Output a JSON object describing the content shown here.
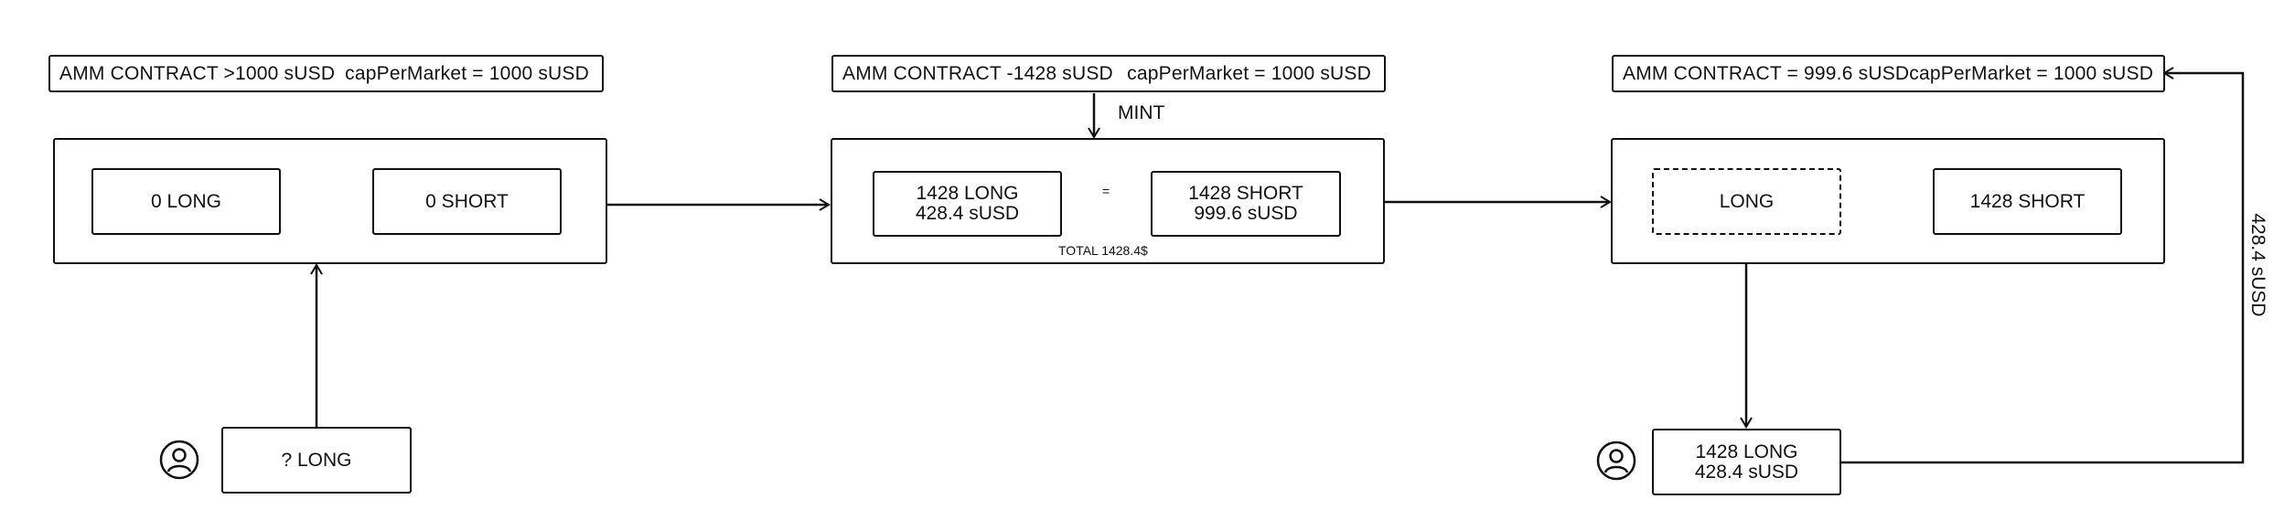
{
  "panel1": {
    "contract_label": "AMM CONTRACT >1000 sUSD",
    "cap_label": "capPerMarket = 1000 sUSD",
    "long": "0 LONG",
    "short": "0 SHORT",
    "user_token": "? LONG"
  },
  "panel2": {
    "contract_label": "AMM CONTRACT -1428 sUSD",
    "cap_label": "capPerMarket = 1000 sUSD",
    "mint_label": "MINT",
    "long_line1": "1428 LONG",
    "long_line2": "428.4 sUSD",
    "equals": "=",
    "short_line1": "1428 SHORT",
    "short_line2": "999.6 sUSD",
    "total": "TOTAL 1428.4$"
  },
  "panel3": {
    "contract_label": "AMM CONTRACT = 999.6 sUSD",
    "cap_label": "capPerMarket = 1000 sUSD",
    "long": "LONG",
    "short": "1428 SHORT",
    "user_line1": "1428 LONG",
    "user_line2": "428.4 sUSD",
    "return_label": "428.4 sUSD"
  },
  "icons": {
    "user": "user-icon"
  }
}
